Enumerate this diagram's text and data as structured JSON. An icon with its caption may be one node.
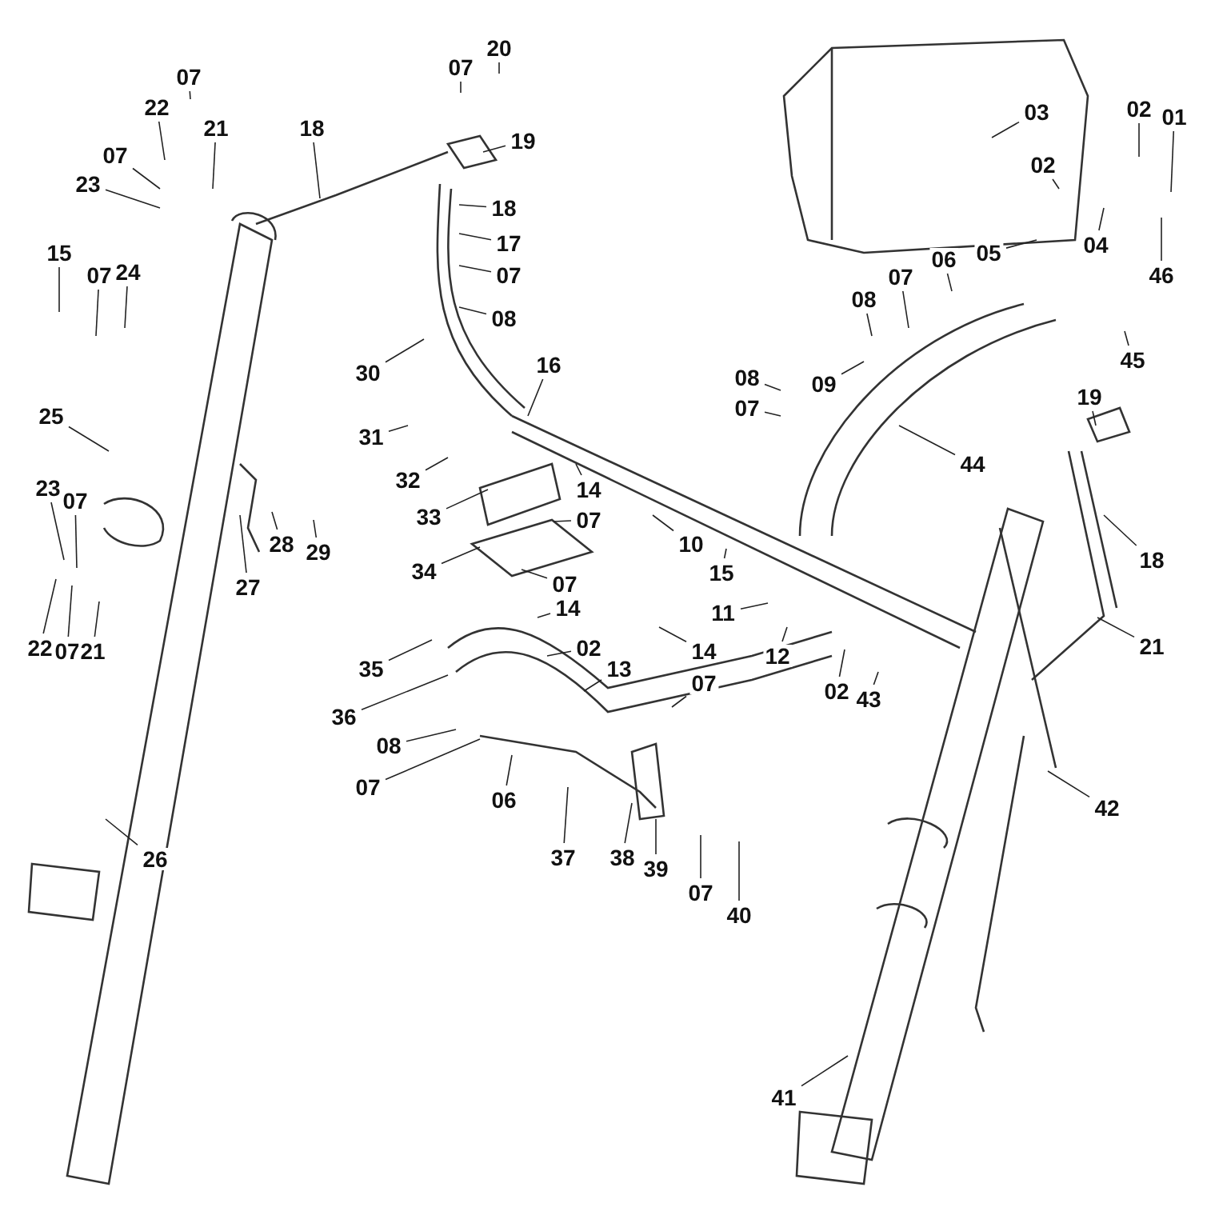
{
  "diagram": {
    "nodes": [
      {
        "text": [
          "20"
        ]
      },
      {
        "text": [
          "07"
        ]
      },
      {
        "text": [
          "07"
        ]
      },
      {
        "text": [
          "03"
        ]
      },
      {
        "text": [
          "02"
        ]
      },
      {
        "text": [
          "01"
        ]
      },
      {
        "text": [
          "22"
        ]
      },
      {
        "text": [
          "21"
        ]
      },
      {
        "text": [
          "18"
        ]
      },
      {
        "text": [
          "19"
        ]
      },
      {
        "text": [
          "07"
        ]
      },
      {
        "text": [
          "02"
        ]
      },
      {
        "text": [
          "23"
        ]
      },
      {
        "text": [
          "18"
        ]
      },
      {
        "text": [
          "17"
        ]
      },
      {
        "text": [
          "04"
        ]
      },
      {
        "text": [
          "15"
        ]
      },
      {
        "text": [
          "05"
        ]
      },
      {
        "text": [
          "06"
        ]
      },
      {
        "text": [
          "07"
        ]
      },
      {
        "text": [
          "24"
        ]
      },
      {
        "text": [
          "07"
        ]
      },
      {
        "text": [
          "46"
        ]
      },
      {
        "text": [
          "07"
        ]
      },
      {
        "text": [
          "08"
        ]
      },
      {
        "text": [
          "08"
        ]
      },
      {
        "text": [
          "45"
        ]
      },
      {
        "text": [
          "16"
        ]
      },
      {
        "text": [
          "30"
        ]
      },
      {
        "text": [
          "08"
        ]
      },
      {
        "text": [
          "09"
        ]
      },
      {
        "text": [
          "19"
        ]
      },
      {
        "text": [
          "07"
        ]
      },
      {
        "text": [
          "25"
        ]
      },
      {
        "text": [
          "31"
        ]
      },
      {
        "text": [
          "44"
        ]
      },
      {
        "text": [
          "32"
        ]
      },
      {
        "text": [
          "23"
        ]
      },
      {
        "text": [
          "14"
        ]
      },
      {
        "text": [
          "07"
        ]
      },
      {
        "text": [
          "33"
        ]
      },
      {
        "text": [
          "07"
        ]
      },
      {
        "text": [
          "28"
        ]
      },
      {
        "text": [
          "10"
        ]
      },
      {
        "text": [
          "29"
        ]
      },
      {
        "text": [
          "18"
        ]
      },
      {
        "text": [
          "34"
        ]
      },
      {
        "text": [
          "15"
        ]
      },
      {
        "text": [
          "07"
        ]
      },
      {
        "text": [
          "27"
        ]
      },
      {
        "text": [
          "14"
        ]
      },
      {
        "text": [
          "11"
        ]
      },
      {
        "text": [
          "22"
        ]
      },
      {
        "text": [
          "07"
        ]
      },
      {
        "text": [
          "21"
        ]
      },
      {
        "text": [
          "02"
        ]
      },
      {
        "text": [
          "21"
        ]
      },
      {
        "text": [
          "12"
        ]
      },
      {
        "text": [
          "14"
        ]
      },
      {
        "text": [
          "35"
        ]
      },
      {
        "text": [
          "13"
        ]
      },
      {
        "text": [
          "07"
        ]
      },
      {
        "text": [
          "02"
        ]
      },
      {
        "text": [
          "43"
        ]
      },
      {
        "text": [
          "36"
        ]
      },
      {
        "text": [
          "08"
        ]
      },
      {
        "text": [
          "07"
        ]
      },
      {
        "text": [
          "06"
        ]
      },
      {
        "text": [
          "42"
        ]
      },
      {
        "text": [
          "26"
        ]
      },
      {
        "text": [
          "37"
        ]
      },
      {
        "text": [
          "38"
        ]
      },
      {
        "text": [
          "39"
        ]
      },
      {
        "text": [
          "07"
        ]
      },
      {
        "text": [
          "40"
        ]
      },
      {
        "text": [
          "41"
        ]
      }
    ],
    "edges": [
      {
        "from": 0,
        "to": null,
        "arrow": "none"
      },
      {
        "from": 1,
        "to": null,
        "arrow": "none"
      },
      {
        "from": 2,
        "to": null,
        "arrow": "none"
      },
      {
        "from": 3,
        "to": null,
        "arrow": "none"
      },
      {
        "from": 4,
        "to": null,
        "arrow": "none"
      },
      {
        "from": 5,
        "to": null,
        "arrow": "none"
      },
      {
        "from": 6,
        "to": null,
        "arrow": "none"
      },
      {
        "from": 7,
        "to": null,
        "arrow": "none"
      },
      {
        "from": 8,
        "to": null,
        "arrow": "none"
      },
      {
        "from": 9,
        "to": null,
        "arrow": "none"
      },
      {
        "from": 10,
        "to": null,
        "arrow": "none"
      },
      {
        "from": 11,
        "to": null,
        "arrow": "none"
      },
      {
        "from": 12,
        "to": null,
        "arrow": "none"
      },
      {
        "from": 13,
        "to": null,
        "arrow": "none"
      },
      {
        "from": 14,
        "to": null,
        "arrow": "none"
      },
      {
        "from": 15,
        "to": null,
        "arrow": "none"
      },
      {
        "from": 16,
        "to": null,
        "arrow": "none"
      },
      {
        "from": 17,
        "to": null,
        "arrow": "none"
      },
      {
        "from": 18,
        "to": null,
        "arrow": "none"
      },
      {
        "from": 19,
        "to": null,
        "arrow": "none"
      },
      {
        "from": 20,
        "to": null,
        "arrow": "none"
      },
      {
        "from": 21,
        "to": null,
        "arrow": "none"
      },
      {
        "from": 22,
        "to": null,
        "arrow": "none"
      },
      {
        "from": 23,
        "to": null,
        "arrow": "none"
      },
      {
        "from": 24,
        "to": null,
        "arrow": "none"
      },
      {
        "from": 25,
        "to": null,
        "arrow": "none"
      },
      {
        "from": 26,
        "to": null,
        "arrow": "none"
      },
      {
        "from": 27,
        "to": null,
        "arrow": "none"
      },
      {
        "from": 28,
        "to": null,
        "arrow": "none"
      },
      {
        "from": 29,
        "to": null,
        "arrow": "none"
      },
      {
        "from": 30,
        "to": null,
        "arrow": "none"
      },
      {
        "from": 31,
        "to": null,
        "arrow": "none"
      },
      {
        "from": 32,
        "to": null,
        "arrow": "none"
      },
      {
        "from": 33,
        "to": null,
        "arrow": "none"
      },
      {
        "from": 34,
        "to": null,
        "arrow": "none"
      },
      {
        "from": 35,
        "to": null,
        "arrow": "none"
      },
      {
        "from": 36,
        "to": null,
        "arrow": "none"
      },
      {
        "from": 37,
        "to": null,
        "arrow": "none"
      },
      {
        "from": 38,
        "to": null,
        "arrow": "none"
      },
      {
        "from": 39,
        "to": null,
        "arrow": "none"
      },
      {
        "from": 40,
        "to": null,
        "arrow": "none"
      },
      {
        "from": 41,
        "to": null,
        "arrow": "none"
      },
      {
        "from": 42,
        "to": null,
        "arrow": "none"
      },
      {
        "from": 43,
        "to": null,
        "arrow": "none"
      },
      {
        "from": 44,
        "to": null,
        "arrow": "none"
      },
      {
        "from": 45,
        "to": null,
        "arrow": "none"
      },
      {
        "from": 46,
        "to": null,
        "arrow": "none"
      },
      {
        "from": 47,
        "to": null,
        "arrow": "none"
      },
      {
        "from": 48,
        "to": null,
        "arrow": "none"
      },
      {
        "from": 49,
        "to": null,
        "arrow": "none"
      },
      {
        "from": 50,
        "to": null,
        "arrow": "none"
      },
      {
        "from": 51,
        "to": null,
        "arrow": "none"
      },
      {
        "from": 52,
        "to": null,
        "arrow": "none"
      },
      {
        "from": 53,
        "to": null,
        "arrow": "none"
      },
      {
        "from": 54,
        "to": null,
        "arrow": "none"
      },
      {
        "from": 55,
        "to": null,
        "arrow": "none"
      },
      {
        "from": 56,
        "to": null,
        "arrow": "none"
      },
      {
        "from": 57,
        "to": null,
        "arrow": "none"
      },
      {
        "from": 58,
        "to": null,
        "arrow": "none"
      },
      {
        "from": 59,
        "to": null,
        "arrow": "none"
      },
      {
        "from": 60,
        "to": null,
        "arrow": "none"
      },
      {
        "from": 61,
        "to": null,
        "arrow": "none"
      },
      {
        "from": 62,
        "to": null,
        "arrow": "none"
      },
      {
        "from": 63,
        "to": null,
        "arrow": "none"
      },
      {
        "from": 64,
        "to": null,
        "arrow": "none"
      },
      {
        "from": 65,
        "to": null,
        "arrow": "none"
      },
      {
        "from": 66,
        "to": null,
        "arrow": "none"
      },
      {
        "from": 67,
        "to": null,
        "arrow": "none"
      },
      {
        "from": 68,
        "to": null,
        "arrow": "none"
      },
      {
        "from": 69,
        "to": null,
        "arrow": "none"
      },
      {
        "from": 70,
        "to": null,
        "arrow": "none"
      },
      {
        "from": 71,
        "to": null,
        "arrow": "none"
      },
      {
        "from": 72,
        "to": null,
        "arrow": "none"
      },
      {
        "from": 73,
        "to": null,
        "arrow": "none"
      },
      {
        "from": 74,
        "to": null,
        "arrow": "none"
      },
      {
        "from": 75,
        "to": null,
        "arrow": "none"
      }
    ]
  }
}
